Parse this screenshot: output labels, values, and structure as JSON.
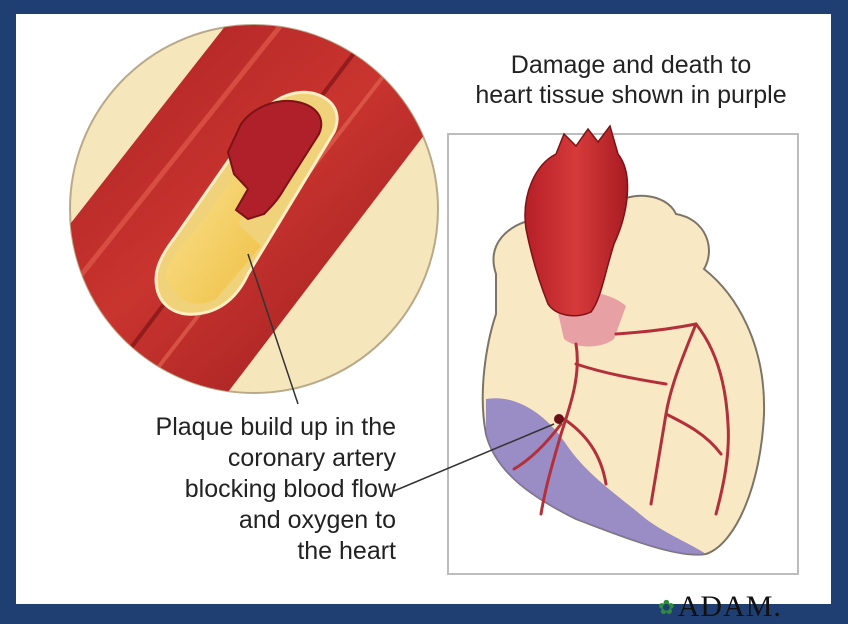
{
  "top_caption": {
    "line1": "Damage and death to",
    "line2": "heart tissue shown in purple"
  },
  "left_caption": {
    "line1": "Plaque build up in the",
    "line2": "coronary artery",
    "line3": "blocking blood flow",
    "line4": "and oxygen to",
    "line5": "the heart"
  },
  "logo": {
    "mark": "✿",
    "text": "ADAM."
  },
  "colors": {
    "background": "#1f3f72",
    "artery_red": "#c2272d",
    "plaque_yellow": "#f6d66b",
    "tissue_cream": "#f8e9c4",
    "damage_purple": "#8a7bc4"
  }
}
